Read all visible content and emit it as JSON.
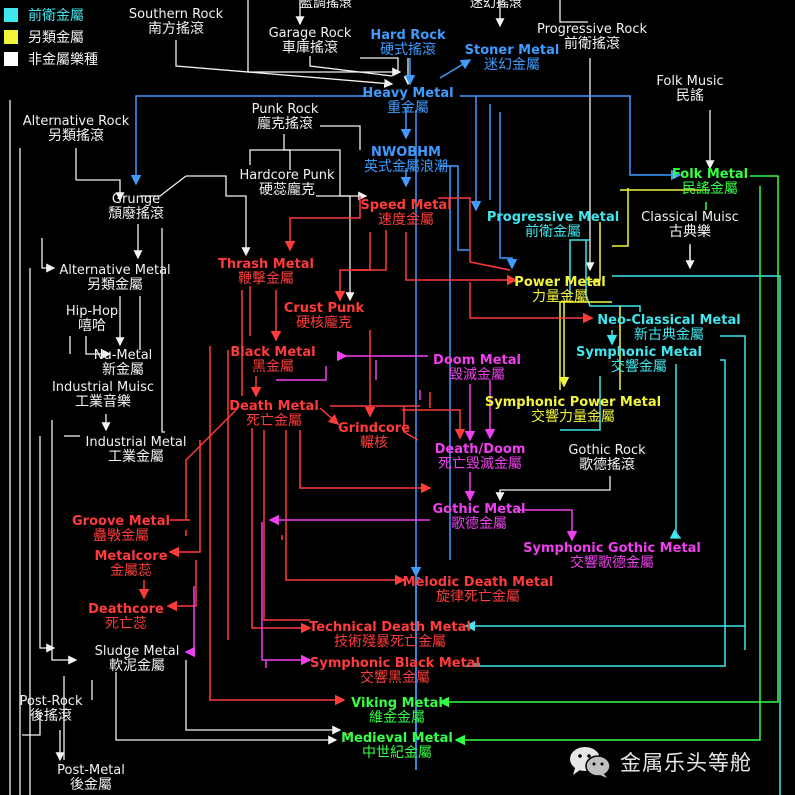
{
  "legend": [
    {
      "label": "前衛金屬",
      "color": "#3fe6ee"
    },
    {
      "label": "另類金屬",
      "color": "#f2f53a"
    },
    {
      "label": "非金屬樂種",
      "color": "#ffffff"
    }
  ],
  "partial_labels": {
    "top_left": "藍調搖滾",
    "top_center": "迷幻搖滾"
  },
  "nodes": {
    "southern_rock": {
      "en": "Southern Rock",
      "zh": "南方搖滾",
      "color": "white"
    },
    "garage_rock": {
      "en": "Garage Rock",
      "zh": "車庫搖滾",
      "color": "white"
    },
    "hard_rock": {
      "en": "Hard Rock",
      "zh": "硬式搖滾",
      "color": "blue"
    },
    "stoner_metal": {
      "en": "Stoner Metal",
      "zh": "迷幻金屬",
      "color": "blue"
    },
    "progressive_rock": {
      "en": "Progressive Rock",
      "zh": "前衛搖滾",
      "color": "white"
    },
    "heavy_metal": {
      "en": "Heavy Metal",
      "zh": "重金屬",
      "color": "blue"
    },
    "folk_music": {
      "en": "Folk Music",
      "zh": "民謠",
      "color": "white"
    },
    "alternative_rock": {
      "en": "Alternative Rock",
      "zh": "另類搖滾",
      "color": "white"
    },
    "punk_rock": {
      "en": "Punk Rock",
      "zh": "龐克搖滾",
      "color": "white"
    },
    "nwobhm": {
      "en": "NWOBHM",
      "zh": "英式金屬浪潮",
      "color": "blue"
    },
    "hardcore_punk": {
      "en": "Hardcore Punk",
      "zh": "硬蕊龐克",
      "color": "white"
    },
    "folk_metal": {
      "en": "Folk Metal",
      "zh": "民謠金屬",
      "color": "green"
    },
    "grunge": {
      "en": "Grunge",
      "zh": "頹廢搖滾",
      "color": "white"
    },
    "speed_metal": {
      "en": "Speed Metal",
      "zh": "速度金屬",
      "color": "red"
    },
    "progressive_metal": {
      "en": "Progressive Metal",
      "zh": "前衛金屬",
      "color": "cyan"
    },
    "classical_music": {
      "en": "Classical Muisc",
      "zh": "古典樂",
      "color": "white"
    },
    "alternative_metal": {
      "en": "Alternative Metal",
      "zh": "另類金屬",
      "color": "white"
    },
    "thrash_metal": {
      "en": "Thrash Metal",
      "zh": "鞭擊金屬",
      "color": "red"
    },
    "power_metal": {
      "en": "Power Metal",
      "zh": "力量金屬",
      "color": "yellow"
    },
    "hip_hop": {
      "en": "Hip-Hop",
      "zh": "嘻哈",
      "color": "white"
    },
    "crust_punk": {
      "en": "Crust Punk",
      "zh": "硬核龐克",
      "color": "red"
    },
    "neo_classical_metal": {
      "en": "Neo-Classical Metal",
      "zh": "新古典金屬",
      "color": "cyan"
    },
    "black_metal": {
      "en": "Black Metal",
      "zh": "黑金屬",
      "color": "red"
    },
    "nu_metal": {
      "en": "Nu-Metal",
      "zh": "新金屬",
      "color": "white"
    },
    "symphonic_metal": {
      "en": "Symphonic Metal",
      "zh": "交響金屬",
      "color": "cyan"
    },
    "doom_metal": {
      "en": "Doom Metal",
      "zh": "毀滅金屬",
      "color": "magenta"
    },
    "industrial_music": {
      "en": "Industrial Muisc",
      "zh": "工業音樂",
      "color": "white"
    },
    "symphonic_power_metal": {
      "en": "Symphonic Power Metal",
      "zh": "交響力量金屬",
      "color": "yellow"
    },
    "death_metal": {
      "en": "Death Metal",
      "zh": "死亡金屬",
      "color": "red"
    },
    "grindcore": {
      "en": "Grindcore",
      "zh": "輾核",
      "color": "red"
    },
    "industrial_metal": {
      "en": "Industrial Metal",
      "zh": "工業金屬",
      "color": "white"
    },
    "death_doom": {
      "en": "Death/Doom",
      "zh": "死亡毀滅金屬",
      "color": "magenta"
    },
    "gothic_rock": {
      "en": "Gothic Rock",
      "zh": "歌德搖滾",
      "color": "white"
    },
    "gothic_metal": {
      "en": "Gothic Metal",
      "zh": "歌德金屬",
      "color": "magenta"
    },
    "groove_metal": {
      "en": "Groove Metal",
      "zh": "蠱斅金屬",
      "color": "red"
    },
    "symphonic_gothic_metal": {
      "en": "Symphonic Gothic Metal",
      "zh": "交響歌德金屬",
      "color": "magenta"
    },
    "metalcore": {
      "en": "Metalcore",
      "zh": "金屬蕊",
      "color": "red"
    },
    "melodic_death_metal": {
      "en": "Melodic Death Metal",
      "zh": "旋律死亡金屬",
      "color": "red"
    },
    "deathcore": {
      "en": "Deathcore",
      "zh": "死亡蕊",
      "color": "red"
    },
    "technical_death_metal": {
      "en": "Technical Death Metal",
      "zh": "技術殘暴死亡金屬",
      "color": "red"
    },
    "sludge_metal": {
      "en": "Sludge Metal",
      "zh": "軟泥金屬",
      "color": "white"
    },
    "symphonic_black_metal": {
      "en": "Symphonic Black Metal",
      "zh": "交響黑金屬",
      "color": "red"
    },
    "post_rock": {
      "en": "Post-Rock",
      "zh": "後搖滾",
      "color": "white"
    },
    "viking_metal": {
      "en": "Viking Metal",
      "zh": "維金金屬",
      "color": "green"
    },
    "medieval_metal": {
      "en": "Medieval Metal",
      "zh": "中世紀金屬",
      "color": "green"
    },
    "post_metal": {
      "en": "Post-Metal",
      "zh": "後金屬",
      "color": "white"
    }
  },
  "palette": {
    "white": "#f2f2f2",
    "blue": "#3f9bff",
    "cyan": "#3fe6ee",
    "red": "#ff3b3b",
    "magenta": "#ef3fee",
    "yellow": "#f2f53a",
    "green": "#33ff44"
  },
  "watermark": {
    "text": "金属乐头等舱",
    "icon": "wechat-icon"
  }
}
